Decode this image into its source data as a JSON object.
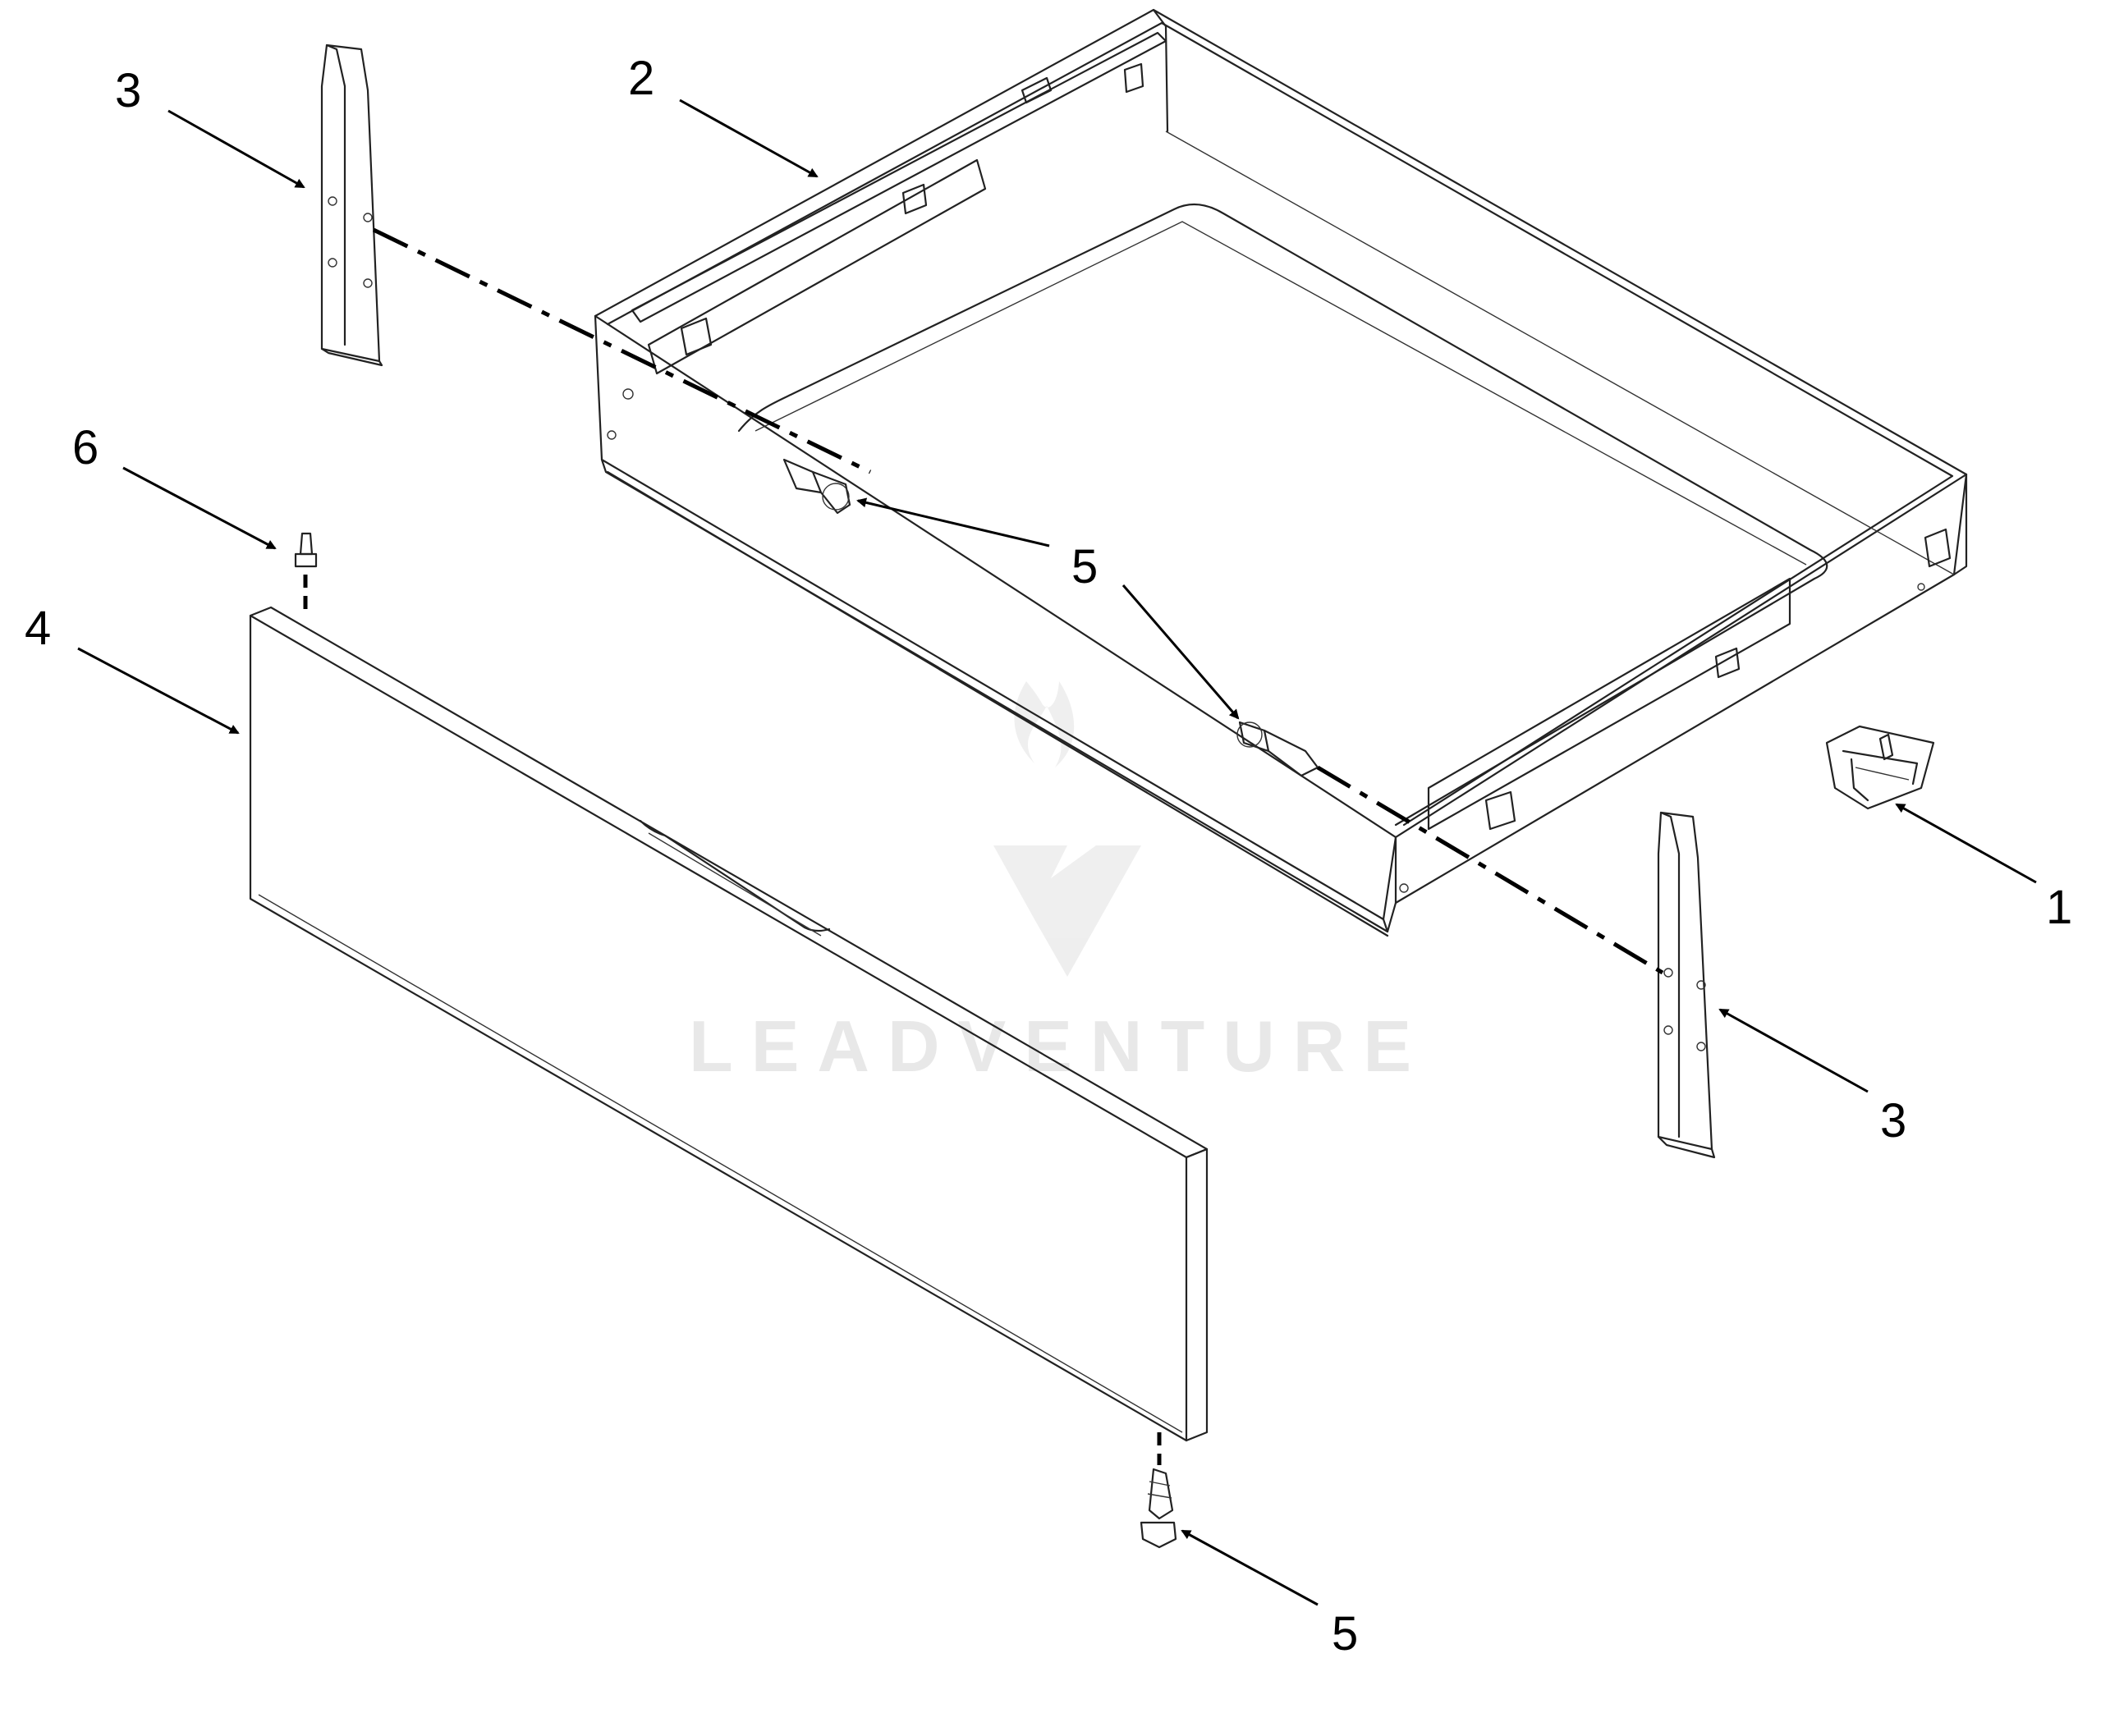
{
  "diagram": {
    "callouts": [
      {
        "id": "c1",
        "label": "1"
      },
      {
        "id": "c2",
        "label": "2"
      },
      {
        "id": "c3a",
        "label": "3"
      },
      {
        "id": "c3b",
        "label": "3"
      },
      {
        "id": "c4",
        "label": "4"
      },
      {
        "id": "c5a",
        "label": "5"
      },
      {
        "id": "c5b",
        "label": "5"
      },
      {
        "id": "c6",
        "label": "6"
      }
    ],
    "watermark": "LEADVENTURE"
  }
}
